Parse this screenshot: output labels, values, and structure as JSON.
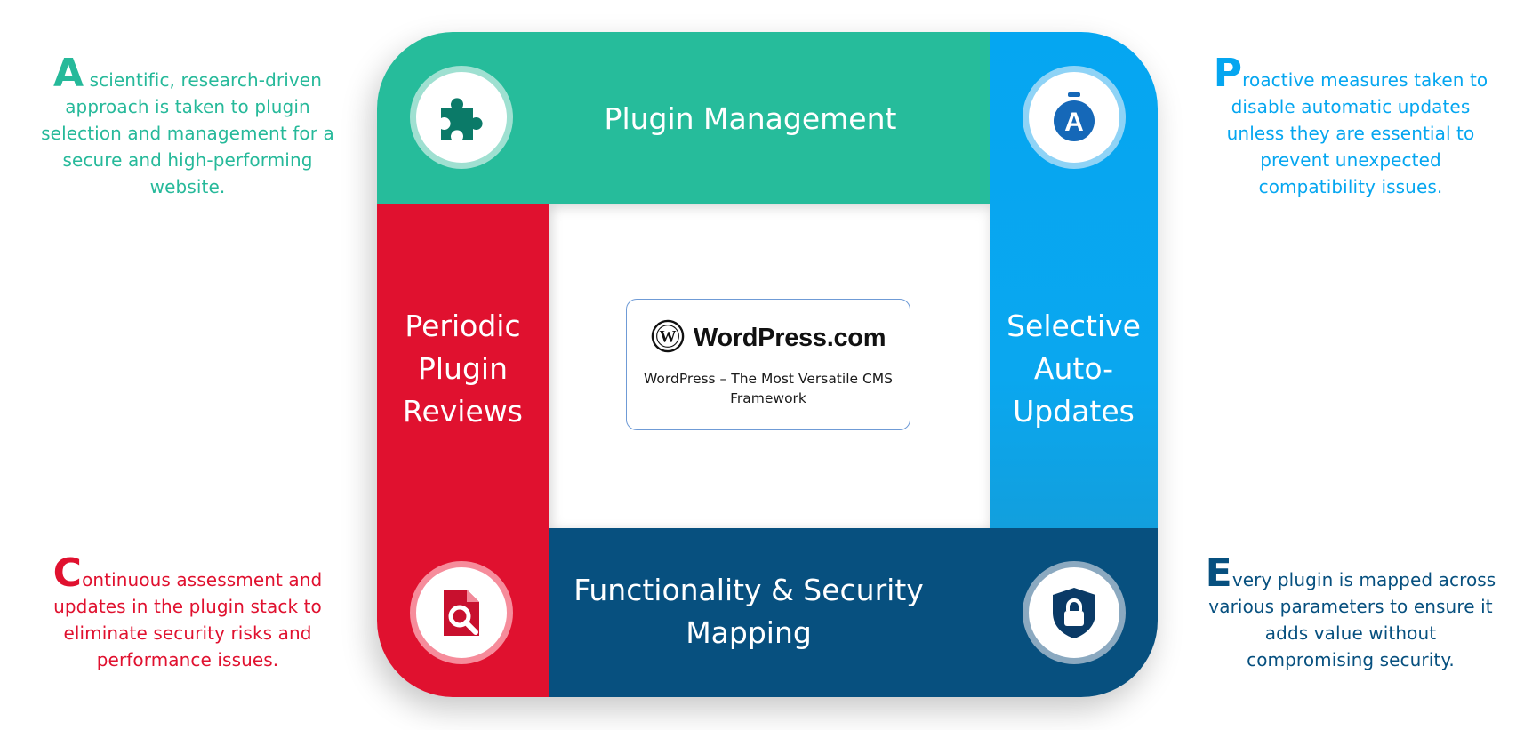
{
  "descriptions": {
    "top_left": {
      "cap": "A",
      "rest": " scientific, research-driven approach is taken to plugin selection and management for a secure and high-performing website.",
      "color": "#26b99a"
    },
    "top_right": {
      "cap": "P",
      "rest": "roactive measures taken to disable automatic updates unless they are essential to prevent unexpected compatibility issues.",
      "color": "#05a6f0"
    },
    "bottom_left": {
      "cap": "C",
      "rest": "ontinuous assessment and updates in the plugin stack to eliminate security risks and performance issues.",
      "color": "#e0112f"
    },
    "bottom_right": {
      "cap": "E",
      "rest": "very plugin is mapped across various parameters to ensure it adds value without compromising security.",
      "color": "#07507f"
    }
  },
  "segments": {
    "top": {
      "title": "Plugin Management",
      "icon": "puzzle-piece-icon",
      "color": "#26bc9b"
    },
    "right": {
      "title": "Selective Auto-Updates",
      "icon": "stopwatch-a-icon",
      "color": "#05a6f1"
    },
    "left": {
      "title": "Periodic Plugin Reviews",
      "icon": "document-search-icon",
      "color": "#e0112f"
    },
    "bottom": {
      "title": "Functionality & Security Mapping",
      "icon": "shield-lock-icon",
      "color": "#07507f"
    }
  },
  "center": {
    "brand": "WordPress.com",
    "logo_icon": "wordpress-logo-icon",
    "tagline": "WordPress – The Most Versatile CMS Framework"
  }
}
